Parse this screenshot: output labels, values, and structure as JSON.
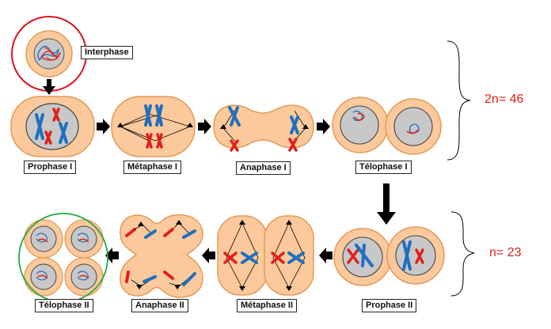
{
  "stages": {
    "interphase": "Interphase",
    "prophase1": "Prophase I",
    "metaphase1": "Métaphase I",
    "anaphase1": "Anaphase I",
    "telophase1": "Télophase I",
    "prophase2": "Prophase II",
    "metaphase2": "Métaphase II",
    "anaphase2": "Anaphase II",
    "telophase2": "Télophase II"
  },
  "ploidy": {
    "top": "2n= 46",
    "bottom": "n= 23"
  },
  "colors": {
    "cell_fill": "#fbc99b",
    "cell_stroke": "#e29a5a",
    "nucleus_fill": "#c8c8c8",
    "chromosome_blue": "#1f6fc0",
    "chromosome_red": "#e0201a",
    "highlight_interphase": "#d9141b",
    "highlight_telophase2": "#22a844"
  }
}
